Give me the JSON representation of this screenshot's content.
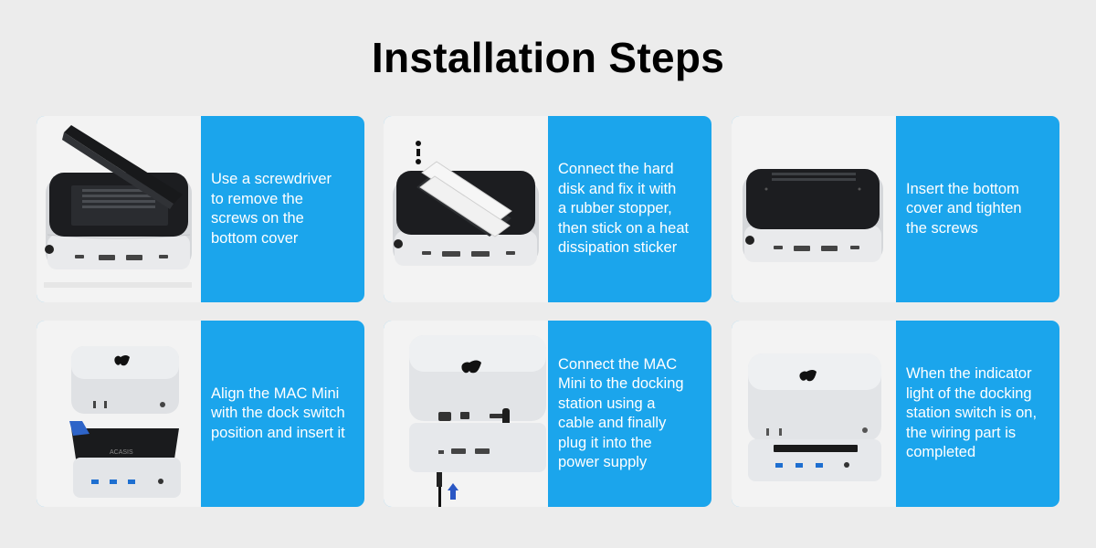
{
  "page": {
    "title": "Installation Steps"
  },
  "steps": [
    {
      "text": "Use a screwdriver\nto remove the\nscrews on the\nbottom cover",
      "image": "dock-bottom-cover-open"
    },
    {
      "text": "Connect the hard\ndisk and fix it with\na rubber stopper,\nthen stick on a heat\ndissipation sticker",
      "image": "dock-with-ssd-installed"
    },
    {
      "text": "Insert the bottom\ncover and tighten\nthe screws",
      "image": "dock-cover-closed"
    },
    {
      "text": "Align the MAC Mini\nwith the dock switch\nposition and insert it",
      "image": "mac-mini-above-dock"
    },
    {
      "text": "Connect the MAC\nMini to the docking\nstation using a\ncable and finally\nplug it into the\npower supply",
      "image": "mac-mini-rear-cable"
    },
    {
      "text": "When the indicator\nlight of the docking\nstation switch is on,\n the wiring part is\ncompleted",
      "image": "mac-mini-on-dock-completed"
    }
  ],
  "colors": {
    "accent": "#1ba5ec",
    "background": "#ececec",
    "title": "#000000"
  },
  "logo_text": "ACASIS"
}
